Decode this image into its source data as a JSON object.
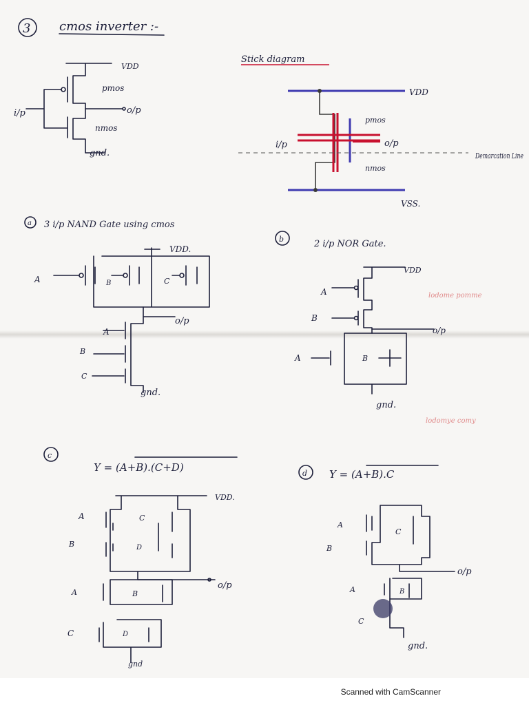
{
  "page": {
    "number_label": "3",
    "title": "cmos inverter :-",
    "scanner_footer": "Scanned with CamScanner"
  },
  "inverter": {
    "vdd": "VDD",
    "pmos": "pmos",
    "nmos": "nmos",
    "input": "i/p",
    "output": "o/p",
    "gnd": "gnd."
  },
  "stick_diagram": {
    "title": "Stick diagram",
    "vdd": "VDD",
    "vss": "VSS.",
    "pmos": "pmos",
    "nmos": "nmos",
    "input": "i/p",
    "output": "o/p",
    "demarcation_line": "Demarcation Line",
    "colors": {
      "metal": "#3f3ab0",
      "poly": "#c8102e",
      "diffusion": "#3a3a3a"
    }
  },
  "nand": {
    "label": "a",
    "title": "3 i/p NAND Gate using cmos",
    "vdd": "VDD.",
    "out": "o/p",
    "gnd": "gnd.",
    "inputs": [
      "A",
      "B",
      "C"
    ]
  },
  "nor": {
    "label": "b",
    "title": "2 i/p NOR Gate.",
    "vdd": "VDD",
    "out": "o/p",
    "gnd": "gnd.",
    "inputs": [
      "A",
      "B"
    ],
    "faint_note_1": "lodome pomme",
    "faint_note_2": "lodomye comy"
  },
  "func_c": {
    "label": "c",
    "equation": "Y = (A+B).(C+D)",
    "vdd": "VDD.",
    "out": "o/p",
    "gnd": "gnd",
    "inputs": [
      "A",
      "B",
      "C",
      "D"
    ]
  },
  "func_d": {
    "label": "d",
    "equation": "Y = (A+B).C",
    "out": "o/p",
    "gnd": "gnd.",
    "inputs": [
      "A",
      "B",
      "C"
    ]
  }
}
